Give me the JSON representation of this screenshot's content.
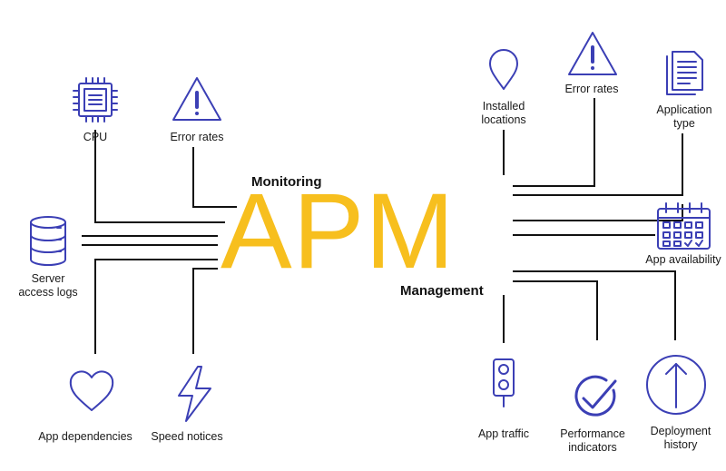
{
  "diagram": {
    "title": "APM",
    "subtitle_top": "Monitoring",
    "subtitle_bottom": "Management",
    "colors": {
      "accent": "#f7bf1e",
      "icon": "#3b3fb5",
      "line": "#111111",
      "text": "#1a1a1a"
    },
    "nodes": [
      {
        "id": "cpu",
        "icon": "cpu-icon",
        "label_lines": [
          "CPU"
        ]
      },
      {
        "id": "error-rates-left",
        "icon": "warning-icon",
        "label_lines": [
          "Error rates"
        ]
      },
      {
        "id": "server-access-logs",
        "icon": "database-icon",
        "label_lines": [
          "Server",
          "access logs"
        ]
      },
      {
        "id": "app-dependencies",
        "icon": "heart-icon",
        "label_lines": [
          "App dependencies"
        ]
      },
      {
        "id": "speed-notices",
        "icon": "lightning-icon",
        "label_lines": [
          "Speed notices"
        ]
      },
      {
        "id": "installed-locations",
        "icon": "location-pin-icon",
        "label_lines": [
          "Installed",
          "locations"
        ]
      },
      {
        "id": "error-rates-right",
        "icon": "warning-icon",
        "label_lines": [
          "Error rates"
        ]
      },
      {
        "id": "application-type",
        "icon": "document-icon",
        "label_lines": [
          "Application",
          "type"
        ]
      },
      {
        "id": "app-availability",
        "icon": "calendar-icon",
        "label_lines": [
          "App availability"
        ]
      },
      {
        "id": "app-traffic",
        "icon": "traffic-light-icon",
        "label_lines": [
          "App traffic"
        ]
      },
      {
        "id": "performance-indicators",
        "icon": "check-circle-icon",
        "label_lines": [
          "Performance",
          "indicators"
        ]
      },
      {
        "id": "deployment-history",
        "icon": "arrow-up-circle-icon",
        "label_lines": [
          "Deployment",
          "history"
        ]
      }
    ]
  }
}
